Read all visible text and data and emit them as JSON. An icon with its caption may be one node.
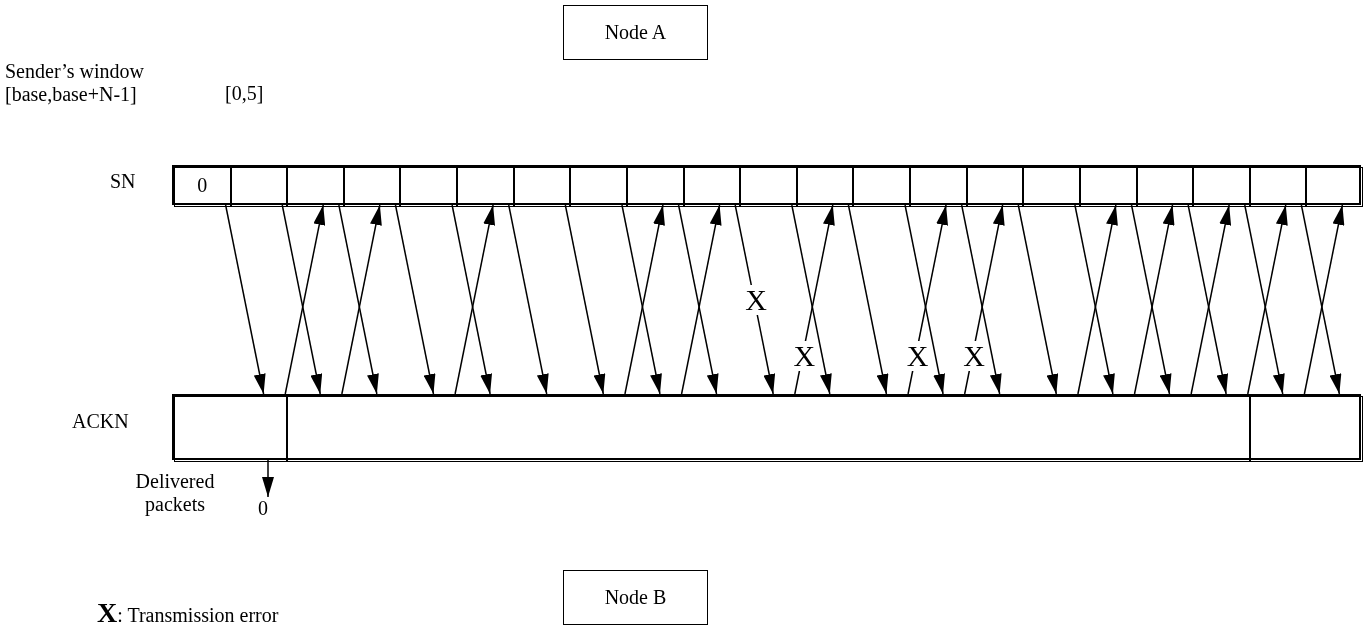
{
  "diagram": {
    "nodes": [
      {
        "text": [
          "Node A"
        ]
      },
      {
        "text": [],
        "shape": "box",
        "beside": [
          "SN"
        ]
      },
      {
        "text": [
          "0"
        ],
        "in": 1
      },
      {
        "text": [],
        "shape": "box",
        "in": 1
      },
      {
        "text": [],
        "shape": "box",
        "in": 1
      },
      {
        "text": [],
        "shape": "box",
        "in": 1
      },
      {
        "text": [],
        "shape": "box",
        "in": 1
      },
      {
        "text": [],
        "shape": "box",
        "in": 1
      },
      {
        "text": [],
        "shape": "box",
        "in": 1
      },
      {
        "text": [],
        "shape": "box",
        "in": 1
      },
      {
        "text": [],
        "shape": "box",
        "in": 1
      },
      {
        "text": [],
        "shape": "box",
        "in": 1
      },
      {
        "text": [],
        "shape": "box",
        "in": 1
      },
      {
        "text": [],
        "shape": "box",
        "in": 1
      },
      {
        "text": [],
        "shape": "box",
        "in": 1
      },
      {
        "text": [],
        "shape": "box",
        "in": 1
      },
      {
        "text": [],
        "shape": "box",
        "in": 1
      },
      {
        "text": [],
        "shape": "box",
        "in": 1
      },
      {
        "text": [],
        "shape": "box",
        "in": 1
      },
      {
        "text": [],
        "shape": "box",
        "in": 1
      },
      {
        "text": [],
        "shape": "box",
        "in": 1
      },
      {
        "text": [],
        "shape": "box",
        "in": 1
      },
      {
        "text": [],
        "shape": "box",
        "in": 1
      },
      {
        "text": [],
        "shape": "box",
        "beside": [
          "ACKN"
        ]
      },
      {
        "text": [],
        "shape": "box",
        "in": 23
      },
      {
        "text": [],
        "shape": "box",
        "in": 23
      },
      {
        "text": [],
        "shape": "box",
        "in": 23
      },
      {
        "text": [
          "0"
        ]
      },
      {
        "text": [
          "Node B"
        ]
      }
    ],
    "edges": [
      {
        "from": 2,
        "to": 24,
        "arrow": "to"
      },
      {
        "from": 3,
        "to": 25,
        "arrow": "to"
      },
      {
        "from": 25,
        "to": 4,
        "arrow": "to"
      },
      {
        "from": 4,
        "to": 25,
        "arrow": "to"
      },
      {
        "from": 25,
        "to": 5,
        "arrow": "to"
      },
      {
        "from": 5,
        "to": 25,
        "arrow": "to"
      },
      {
        "from": 6,
        "to": 25,
        "arrow": "to"
      },
      {
        "from": 25,
        "to": 7,
        "arrow": "to"
      },
      {
        "from": 7,
        "to": 25,
        "arrow": "to"
      },
      {
        "from": 8,
        "to": 25,
        "arrow": "to"
      },
      {
        "from": 9,
        "to": 25,
        "arrow": "to"
      },
      {
        "from": 25,
        "to": 10,
        "arrow": "to"
      },
      {
        "from": 10,
        "to": 25,
        "arrow": "to"
      },
      {
        "from": 25,
        "to": 11,
        "arrow": "to"
      },
      {
        "from": 11,
        "to": 25,
        "arrow": "to",
        "label": "X"
      },
      {
        "from": 12,
        "to": 25,
        "arrow": "to"
      },
      {
        "from": 25,
        "to": 13,
        "arrow": "to",
        "label": "X"
      },
      {
        "from": 13,
        "to": 25,
        "arrow": "to"
      },
      {
        "from": 14,
        "to": 25,
        "arrow": "to"
      },
      {
        "from": 25,
        "to": 15,
        "arrow": "to",
        "label": "X"
      },
      {
        "from": 15,
        "to": 25,
        "arrow": "to"
      },
      {
        "from": 25,
        "to": 16,
        "arrow": "to",
        "label": "X"
      },
      {
        "from": 16,
        "to": 25,
        "arrow": "to"
      },
      {
        "from": 17,
        "to": 25,
        "arrow": "to"
      },
      {
        "from": 25,
        "to": 18,
        "arrow": "to"
      },
      {
        "from": 18,
        "to": 25,
        "arrow": "to"
      },
      {
        "from": 25,
        "to": 19,
        "arrow": "to"
      },
      {
        "from": 19,
        "to": 25,
        "arrow": "to"
      },
      {
        "from": 25,
        "to": 20,
        "arrow": "to"
      },
      {
        "from": 20,
        "to": 26,
        "arrow": "to"
      },
      {
        "from": 26,
        "to": 21,
        "arrow": "to"
      },
      {
        "from": 21,
        "to": 26,
        "arrow": "to"
      },
      {
        "from": 26,
        "to": 22,
        "arrow": "to"
      },
      {
        "from": 24,
        "to": 27,
        "arrow": "to"
      }
    ],
    "labels": [
      "Sender’s window [base,base+N-1]",
      "[0,5]",
      "Delivered packets",
      "**X**: Transmission error"
    ]
  }
}
